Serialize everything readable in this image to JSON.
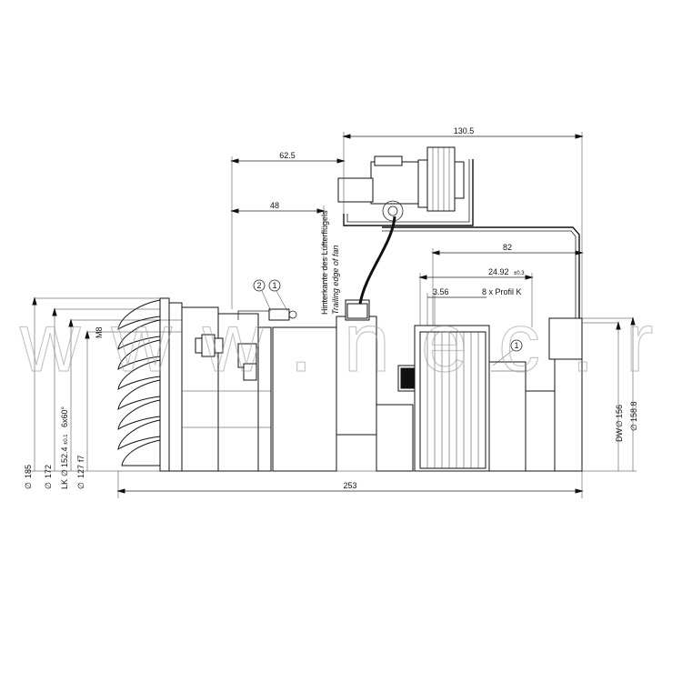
{
  "dimensions": {
    "overall_length": "253",
    "top_length": "130.5",
    "fan_edge_outer": "62.5",
    "fan_edge_inner": "48",
    "pulley_offset": "82",
    "pulley_width": "24.92",
    "pulley_width_tol": "±0.3",
    "groove_pitch": "3.56",
    "groove_profile": "8 x Profil K",
    "dia_185": "185",
    "dia_172": "172",
    "lk_label": "LK",
    "dia_152": "152.4",
    "dia_152_tol": "±0.1",
    "bolt_pattern": "6x60°",
    "dia_127": "127",
    "dia_127_fit": "f7",
    "thread": "M8",
    "dw_label": "DW",
    "dia_156": "156",
    "dia_158": "158.8",
    "diameter_symbol": "∅"
  },
  "notes": {
    "fan_edge_de": "Hinterkante des Lüfterflügels",
    "fan_edge_en": "Trailing edge of fan"
  },
  "callouts": {
    "c1": "1",
    "c2": "2",
    "c3": "1"
  },
  "watermark": "www.nec.ru"
}
